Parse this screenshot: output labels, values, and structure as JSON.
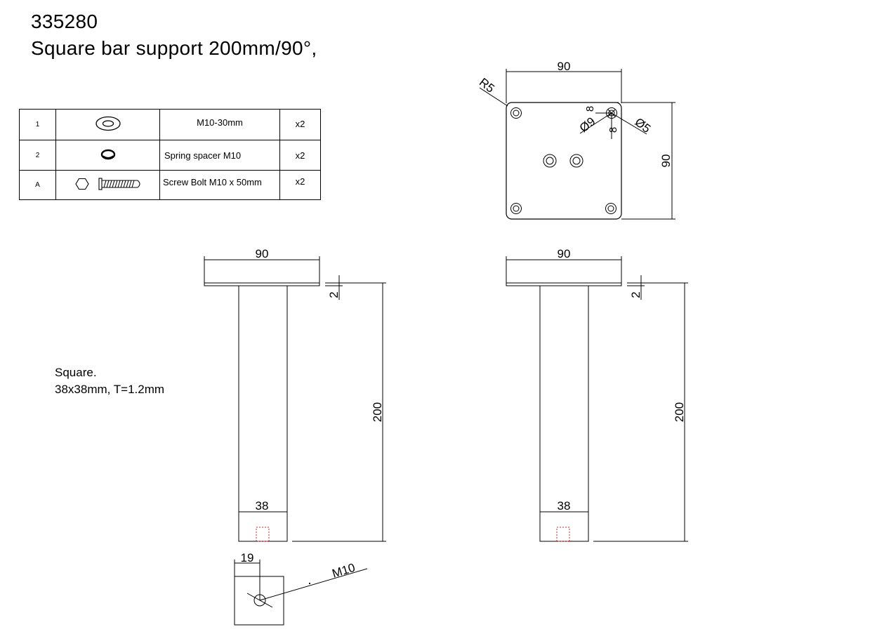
{
  "title": {
    "code": "335280",
    "name": "Square bar support 200mm/90°,"
  },
  "parts_table": [
    {
      "index": "1",
      "icon": "washer-icon",
      "description": "M10-30mm",
      "qty": "x2"
    },
    {
      "index": "2",
      "icon": "spring-washer-icon",
      "description": "Spring spacer M10",
      "qty": "x2"
    },
    {
      "index": "A",
      "icon": "screw-bolt-icon",
      "description": "Screw Bolt M10 x 50mm",
      "qty": "x2"
    }
  ],
  "note": {
    "line1": "Square.",
    "line2": "38x38mm, T=1.2mm"
  },
  "plate_view": {
    "width": "90",
    "height": "90",
    "radius": "R5",
    "hole_small": "Ø5",
    "hole_large": "Ø9",
    "offset_x": "8",
    "offset_y": "8"
  },
  "side_view_left": {
    "width": "90",
    "thickness": "2",
    "height": "200",
    "tube": "38"
  },
  "side_view_right": {
    "width": "90",
    "thickness": "2",
    "height": "200",
    "tube": "38"
  },
  "section_view": {
    "offset": "19",
    "thread": "M10"
  }
}
